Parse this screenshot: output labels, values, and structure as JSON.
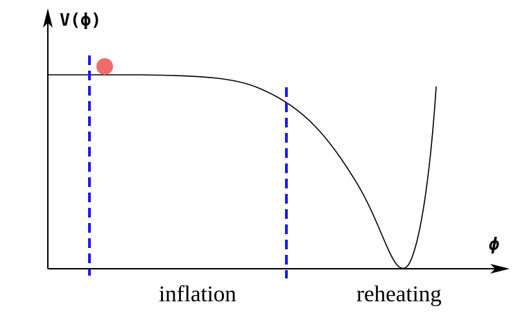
{
  "axes": {
    "y_label": "V(ϕ)",
    "x_label": "ϕ"
  },
  "regions": {
    "inflation_label": "inflation",
    "reheating_label": "reheating"
  },
  "colors": {
    "axis": "#000000",
    "curve": "#000000",
    "boundary_lines": "#1a1aff",
    "ball": "#f26b6b"
  },
  "boundary_line_style": "dashed"
}
